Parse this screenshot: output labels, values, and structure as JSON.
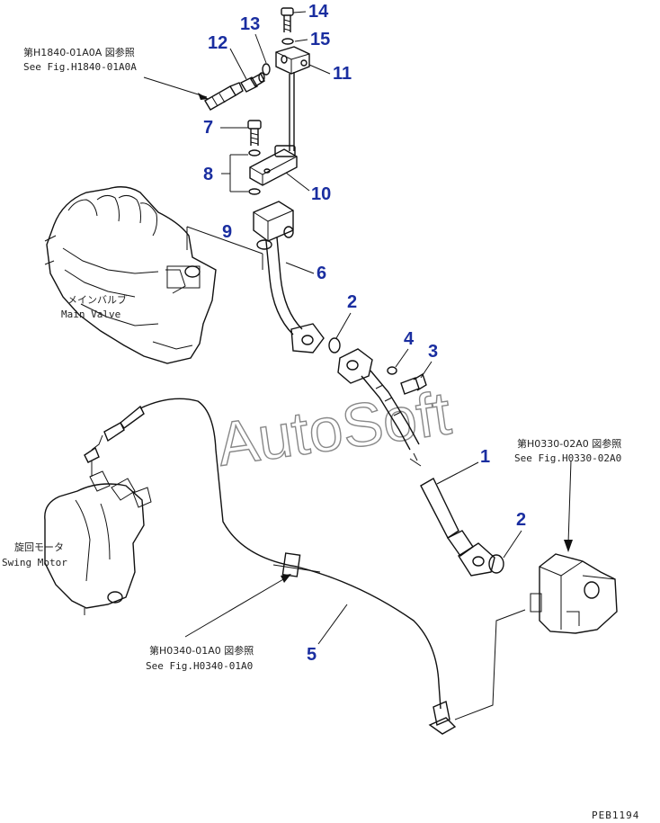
{
  "callouts": [
    {
      "id": "14",
      "label": "14"
    },
    {
      "id": "13",
      "label": "13"
    },
    {
      "id": "15",
      "label": "15"
    },
    {
      "id": "12",
      "label": "12"
    },
    {
      "id": "11",
      "label": "11"
    },
    {
      "id": "7",
      "label": "7"
    },
    {
      "id": "8",
      "label": "8"
    },
    {
      "id": "10",
      "label": "10"
    },
    {
      "id": "9",
      "label": "9"
    },
    {
      "id": "6",
      "label": "6"
    },
    {
      "id": "2a",
      "label": "2"
    },
    {
      "id": "4",
      "label": "4"
    },
    {
      "id": "3",
      "label": "3"
    },
    {
      "id": "1",
      "label": "1"
    },
    {
      "id": "2b",
      "label": "2"
    },
    {
      "id": "5",
      "label": "5"
    }
  ],
  "references": {
    "top_left_jp": "第H1840-01A0A 図参照",
    "top_left_en": "See Fig.H1840-01A0A",
    "right_jp": "第H0330-02A0 図参照",
    "right_en": "See Fig.H0330-02A0",
    "bottom_jp": "第H0340-01A0 図参照",
    "bottom_en": "See Fig.H0340-01A0"
  },
  "components": {
    "main_valve_jp": "メインバルブ",
    "main_valve_en": "Main Valve",
    "swing_motor_jp": "旋回モータ",
    "swing_motor_en": "Swing Motor"
  },
  "watermark": "AutoSoft",
  "drawing_code": "PEB1194"
}
